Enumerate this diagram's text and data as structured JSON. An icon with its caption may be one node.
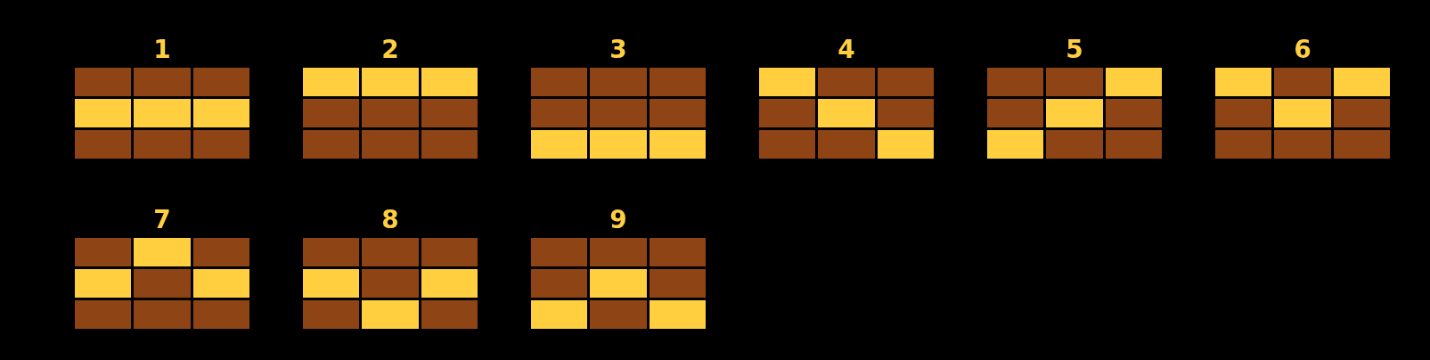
{
  "diagram": {
    "nodes": [
      {
        "text": [
          "1"
        ]
      },
      {
        "text": [],
        "shape": "box",
        "in": 0
      },
      {
        "text": [],
        "shape": "box",
        "in": 0
      },
      {
        "text": [],
        "shape": "box",
        "in": 0
      },
      {
        "text": [],
        "shape": "highlight",
        "in": 0
      },
      {
        "text": [],
        "shape": "highlight",
        "in": 0
      },
      {
        "text": [],
        "shape": "highlight",
        "in": 0
      },
      {
        "text": [],
        "shape": "box",
        "in": 0
      },
      {
        "text": [],
        "shape": "box",
        "in": 0
      },
      {
        "text": [],
        "shape": "box",
        "in": 0
      },
      {
        "text": [
          "2"
        ]
      },
      {
        "text": [],
        "shape": "highlight",
        "in": 10
      },
      {
        "text": [],
        "shape": "highlight",
        "in": 10
      },
      {
        "text": [],
        "shape": "highlight",
        "in": 10
      },
      {
        "text": [],
        "shape": "box",
        "in": 10
      },
      {
        "text": [],
        "shape": "box",
        "in": 10
      },
      {
        "text": [],
        "shape": "box",
        "in": 10
      },
      {
        "text": [],
        "shape": "box",
        "in": 10
      },
      {
        "text": [],
        "shape": "box",
        "in": 10
      },
      {
        "text": [],
        "shape": "box",
        "in": 10
      },
      {
        "text": [
          "3"
        ]
      },
      {
        "text": [],
        "shape": "box",
        "in": 20
      },
      {
        "text": [],
        "shape": "box",
        "in": 20
      },
      {
        "text": [],
        "shape": "box",
        "in": 20
      },
      {
        "text": [],
        "shape": "box",
        "in": 20
      },
      {
        "text": [],
        "shape": "box",
        "in": 20
      },
      {
        "text": [],
        "shape": "box",
        "in": 20
      },
      {
        "text": [],
        "shape": "highlight",
        "in": 20
      },
      {
        "text": [],
        "shape": "highlight",
        "in": 20
      },
      {
        "text": [],
        "shape": "highlight",
        "in": 20
      },
      {
        "text": [
          "4"
        ]
      },
      {
        "text": [],
        "shape": "highlight",
        "in": 30
      },
      {
        "text": [],
        "shape": "box",
        "in": 30
      },
      {
        "text": [],
        "shape": "box",
        "in": 30
      },
      {
        "text": [],
        "shape": "box",
        "in": 30
      },
      {
        "text": [],
        "shape": "highlight",
        "in": 30
      },
      {
        "text": [],
        "shape": "box",
        "in": 30
      },
      {
        "text": [],
        "shape": "box",
        "in": 30
      },
      {
        "text": [],
        "shape": "box",
        "in": 30
      },
      {
        "text": [],
        "shape": "highlight",
        "in": 30
      },
      {
        "text": [
          "5"
        ]
      },
      {
        "text": [],
        "shape": "box",
        "in": 40
      },
      {
        "text": [],
        "shape": "box",
        "in": 40
      },
      {
        "text": [],
        "shape": "highlight",
        "in": 40
      },
      {
        "text": [],
        "shape": "box",
        "in": 40
      },
      {
        "text": [],
        "shape": "highlight",
        "in": 40
      },
      {
        "text": [],
        "shape": "box",
        "in": 40
      },
      {
        "text": [],
        "shape": "highlight",
        "in": 40
      },
      {
        "text": [],
        "shape": "box",
        "in": 40
      },
      {
        "text": [],
        "shape": "box",
        "in": 40
      },
      {
        "text": [
          "6"
        ]
      },
      {
        "text": [],
        "shape": "highlight",
        "in": 50
      },
      {
        "text": [],
        "shape": "box",
        "in": 50
      },
      {
        "text": [],
        "shape": "highlight",
        "in": 50
      },
      {
        "text": [],
        "shape": "box",
        "in": 50
      },
      {
        "text": [],
        "shape": "highlight",
        "in": 50
      },
      {
        "text": [],
        "shape": "box",
        "in": 50
      },
      {
        "text": [],
        "shape": "box",
        "in": 50
      },
      {
        "text": [],
        "shape": "box",
        "in": 50
      },
      {
        "text": [],
        "shape": "box",
        "in": 50
      },
      {
        "text": [
          "7"
        ]
      },
      {
        "text": [],
        "shape": "box",
        "in": 60
      },
      {
        "text": [],
        "shape": "highlight",
        "in": 60
      },
      {
        "text": [],
        "shape": "box",
        "in": 60
      },
      {
        "text": [],
        "shape": "highlight",
        "in": 60
      },
      {
        "text": [],
        "shape": "box",
        "in": 60
      },
      {
        "text": [],
        "shape": "highlight",
        "in": 60
      },
      {
        "text": [],
        "shape": "box",
        "in": 60
      },
      {
        "text": [],
        "shape": "box",
        "in": 60
      },
      {
        "text": [],
        "shape": "box",
        "in": 60
      },
      {
        "text": [
          "8"
        ]
      },
      {
        "text": [],
        "shape": "box",
        "in": 70
      },
      {
        "text": [],
        "shape": "box",
        "in": 70
      },
      {
        "text": [],
        "shape": "box",
        "in": 70
      },
      {
        "text": [],
        "shape": "highlight",
        "in": 70
      },
      {
        "text": [],
        "shape": "box",
        "in": 70
      },
      {
        "text": [],
        "shape": "highlight",
        "in": 70
      },
      {
        "text": [],
        "shape": "box",
        "in": 70
      },
      {
        "text": [],
        "shape": "highlight",
        "in": 70
      },
      {
        "text": [],
        "shape": "box",
        "in": 70
      },
      {
        "text": [
          "9"
        ]
      },
      {
        "text": [],
        "shape": "box",
        "in": 80
      },
      {
        "text": [],
        "shape": "box",
        "in": 80
      },
      {
        "text": [],
        "shape": "box",
        "in": 80
      },
      {
        "text": [],
        "shape": "box",
        "in": 80
      },
      {
        "text": [],
        "shape": "highlight",
        "in": 80
      },
      {
        "text": [],
        "shape": "box",
        "in": 80
      },
      {
        "text": [],
        "shape": "highlight",
        "in": 80
      },
      {
        "text": [],
        "shape": "box",
        "in": 80
      },
      {
        "text": [],
        "shape": "highlight",
        "in": 80
      }
    ]
  }
}
